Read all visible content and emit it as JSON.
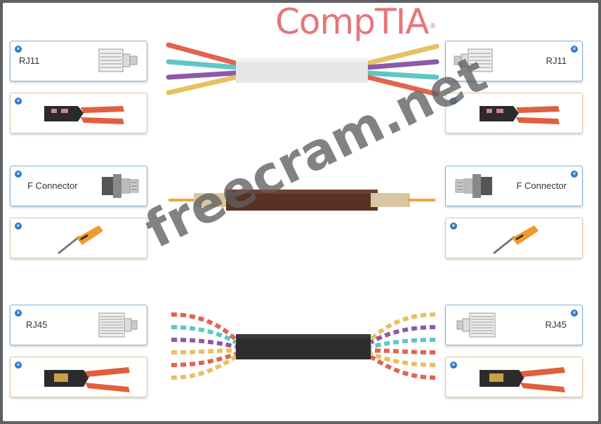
{
  "logo": {
    "text": "CompTIA",
    "mark": "®"
  },
  "watermark": "freecram.net",
  "rows": [
    {
      "cable": "telephone-cable",
      "left_label": "RJ11",
      "right_label": "RJ11",
      "tool": "crimper-tool-icon"
    },
    {
      "cable": "coaxial-cable",
      "left_label": "F Connector",
      "right_label": "F Connector",
      "tool": "punch-down-tool-icon"
    },
    {
      "cable": "twisted-pair-cable",
      "left_label": "RJ45",
      "right_label": "RJ45",
      "tool": "crimper-tool-icon"
    }
  ],
  "colors": {
    "label_border": "#7fb1d6",
    "tool_border": "#e2c79a",
    "remove_button": "#2e78c8",
    "logo": "#e5777a"
  }
}
